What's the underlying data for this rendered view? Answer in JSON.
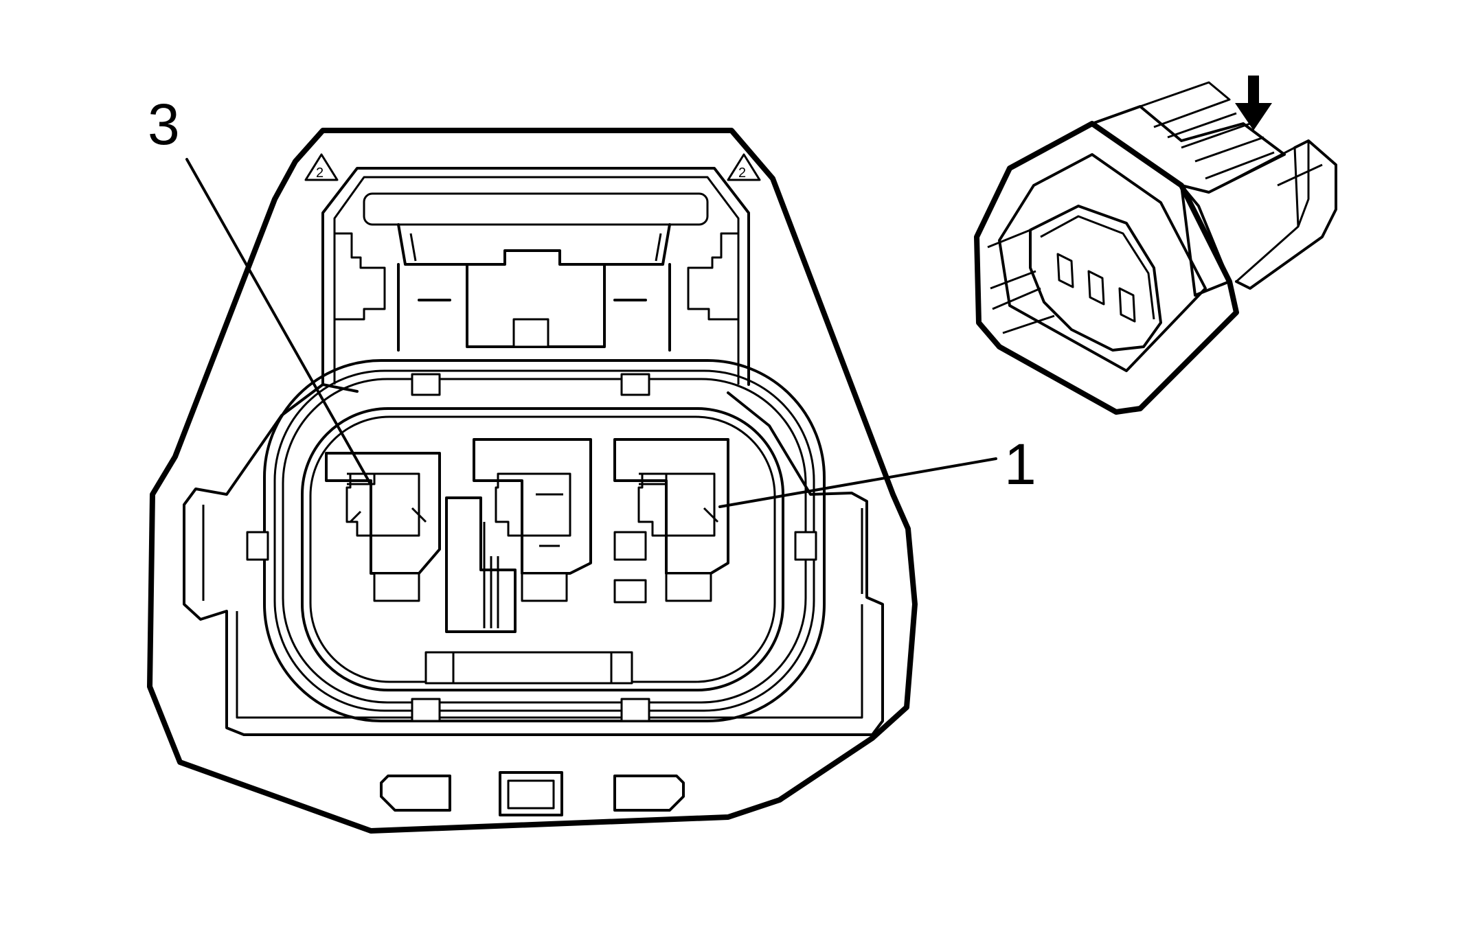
{
  "callouts": [
    {
      "id": "pin-3",
      "label": "3"
    },
    {
      "id": "pin-1",
      "label": "1"
    }
  ],
  "markings": {
    "triangle_left": "2",
    "triangle_right": "2"
  },
  "colors": {
    "line": "#000000",
    "background": "#ffffff"
  },
  "icons": {
    "view_direction": "arrow-down-icon"
  }
}
